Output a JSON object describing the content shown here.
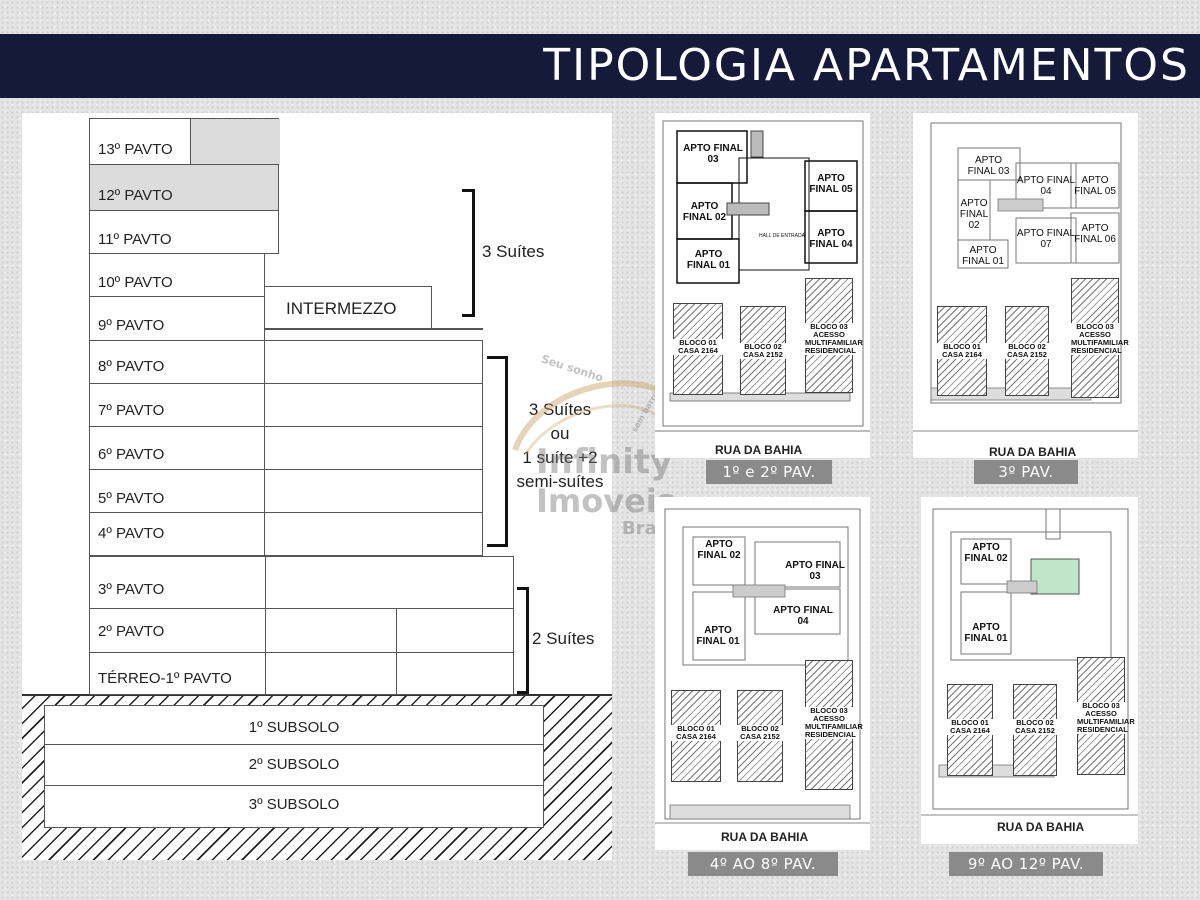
{
  "header": {
    "title": "TIPOLOGIA APARTAMENTOS"
  },
  "section": {
    "floors": [
      "13º PAVTO",
      "12º PAVTO",
      "11º PAVTO",
      "10º PAVTO",
      "9º PAVTO",
      "8º PAVTO",
      "7º PAVTO",
      "6º PAVTO",
      "5º PAVTO",
      "4º PAVTO",
      "3º PAVTO",
      "2º PAVTO",
      "TÉRREO-1º PAVTO"
    ],
    "intermezzo": "INTERMEZZO",
    "basements": [
      "1º SUBSOLO",
      "2º SUBSOLO",
      "3º SUBSOLO"
    ],
    "bracket_top": "3 Suítes",
    "bracket_mid": [
      "3 Suítes",
      "ou",
      "1 suíte +2",
      "semi-suítes"
    ],
    "bracket_bottom": "2 Suítes"
  },
  "watermark": {
    "line1": "Seu sonho",
    "line2": "sem barreiras",
    "brand": "Infinity",
    "brand2": "Imoveis",
    "brand3": "Brasil"
  },
  "plans": [
    {
      "caption": "1º e 2º PAV.",
      "street": "RUA DA BAHIA",
      "apts": [
        "APTO FINAL 03",
        "APTO FINAL 02",
        "APTO FINAL 01",
        "APTO FINAL 05",
        "APTO FINAL 04"
      ],
      "hall": "HALL DE ENTRADA",
      "blocos": [
        "BLOCO 01 CASA 2164",
        "BLOCO 02 CASA 2152",
        "BLOCO 03 ACESSO MULTIFAMILIAR RESIDENCIAL"
      ]
    },
    {
      "caption": "3º PAV.",
      "street": "RUA DA BAHIA",
      "apts": [
        "APTO FINAL 03",
        "APTO FINAL 04",
        "APTO FINAL 05",
        "APTO FINAL 02",
        "APTO FINAL 07",
        "APTO FINAL 06",
        "APTO FINAL 01"
      ],
      "blocos": [
        "BLOCO 01 CASA 2164",
        "BLOCO 02 CASA 2152",
        "BLOCO 03 ACESSO MULTIFAMILIAR RESIDENCIAL"
      ]
    },
    {
      "caption": "4º AO 8º PAV.",
      "street": "RUA DA BAHIA",
      "apts": [
        "APTO FINAL 02",
        "APTO FINAL 03",
        "APTO FINAL 04",
        "APTO FINAL 01"
      ],
      "blocos": [
        "BLOCO 01 CASA 2164",
        "BLOCO 02 CASA 2152",
        "BLOCO 03 ACESSO MULTIFAMILIAR RESIDENCIAL"
      ]
    },
    {
      "caption": "9º AO 12º PAV.",
      "street": "RUA DA BAHIA",
      "apts": [
        "APTO FINAL 02",
        "APTO FINAL 01"
      ],
      "blocos": [
        "BLOCO 01 CASA 2164",
        "BLOCO 02 CASA 2152",
        "BLOCO 03 ACESSO MULTIFAMILIAR RESIDENCIAL"
      ]
    }
  ]
}
